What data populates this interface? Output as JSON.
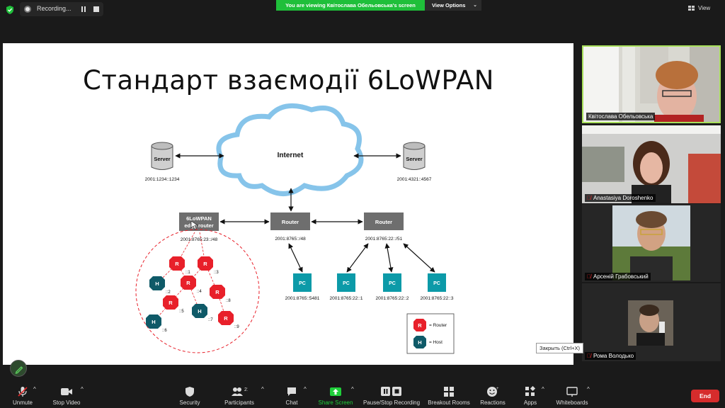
{
  "topbar": {
    "recording_label": "Recording...",
    "viewing_banner": "You are viewing Квітослава Обельовська's screen",
    "view_options_label": "View Options",
    "view_label": "View"
  },
  "slide": {
    "title": "Стандарт взаємодії 6LoWPAN",
    "cloud_label": "Internet",
    "server_left_label": "Server",
    "server_left_addr": "2001:1234::1234",
    "server_right_label": "Server",
    "server_right_addr": "2001:4321::4567",
    "edge_router_label_1": "6LoWPAN",
    "edge_router_label_2": "edge router",
    "edge_router_addr": "2001:8765:23::/48",
    "router1_label": "Router",
    "router1_addr": "2001:8765::/48",
    "router2_label": "Router",
    "router2_addr": "2001:8765:22::/51",
    "pcs": [
      {
        "label": "PC",
        "addr": "2001:8765::5481"
      },
      {
        "label": "PC",
        "addr": "2001:8765:22::1"
      },
      {
        "label": "PC",
        "addr": "2001:8765:22::2"
      },
      {
        "label": "PC",
        "addr": "2001:8765:22::3"
      }
    ],
    "mesh_nodes": [
      {
        "type": "R",
        "addr": "::1"
      },
      {
        "type": "R",
        "addr": "::3"
      },
      {
        "type": "H",
        "addr": "::2"
      },
      {
        "type": "R",
        "addr": "::4"
      },
      {
        "type": "R",
        "addr": "::8"
      },
      {
        "type": "R",
        "addr": "::5"
      },
      {
        "type": "H",
        "addr": "::7"
      },
      {
        "type": "H",
        "addr": "::6"
      },
      {
        "type": "R",
        "addr": "::9"
      }
    ],
    "legend_router_letter": "R",
    "legend_router_text": "= Router",
    "legend_host_letter": "H",
    "legend_host_text": "= Host"
  },
  "participants": [
    {
      "name": "Квітослава Обельовська",
      "muted": false,
      "active": true
    },
    {
      "name": "Anastasiya Doroshenko",
      "muted": true
    },
    {
      "name": "Арсеній Грабовський",
      "muted": true
    },
    {
      "name": "Рома Володько",
      "muted": true
    }
  ],
  "tooltip": "Закрыть (Ctrl+X)",
  "toolbar": {
    "unmute": "Unmute",
    "stop_video": "Stop Video",
    "security": "Security",
    "participants": "Participants",
    "participants_count": "21",
    "chat": "Chat",
    "share_screen": "Share Screen",
    "pause_stop_recording": "Pause/Stop Recording",
    "breakout_rooms": "Breakout Rooms",
    "reactions": "Reactions",
    "apps": "Apps",
    "whiteboards": "Whiteboards",
    "end": "End"
  },
  "colors": {
    "router_red": "#e8202a",
    "host_teal": "#0f5a68",
    "pc_teal": "#0c9aa8",
    "router_box_grey": "#6e6e6e",
    "share_green": "#1fce3a",
    "end_red": "#d62c2c"
  }
}
